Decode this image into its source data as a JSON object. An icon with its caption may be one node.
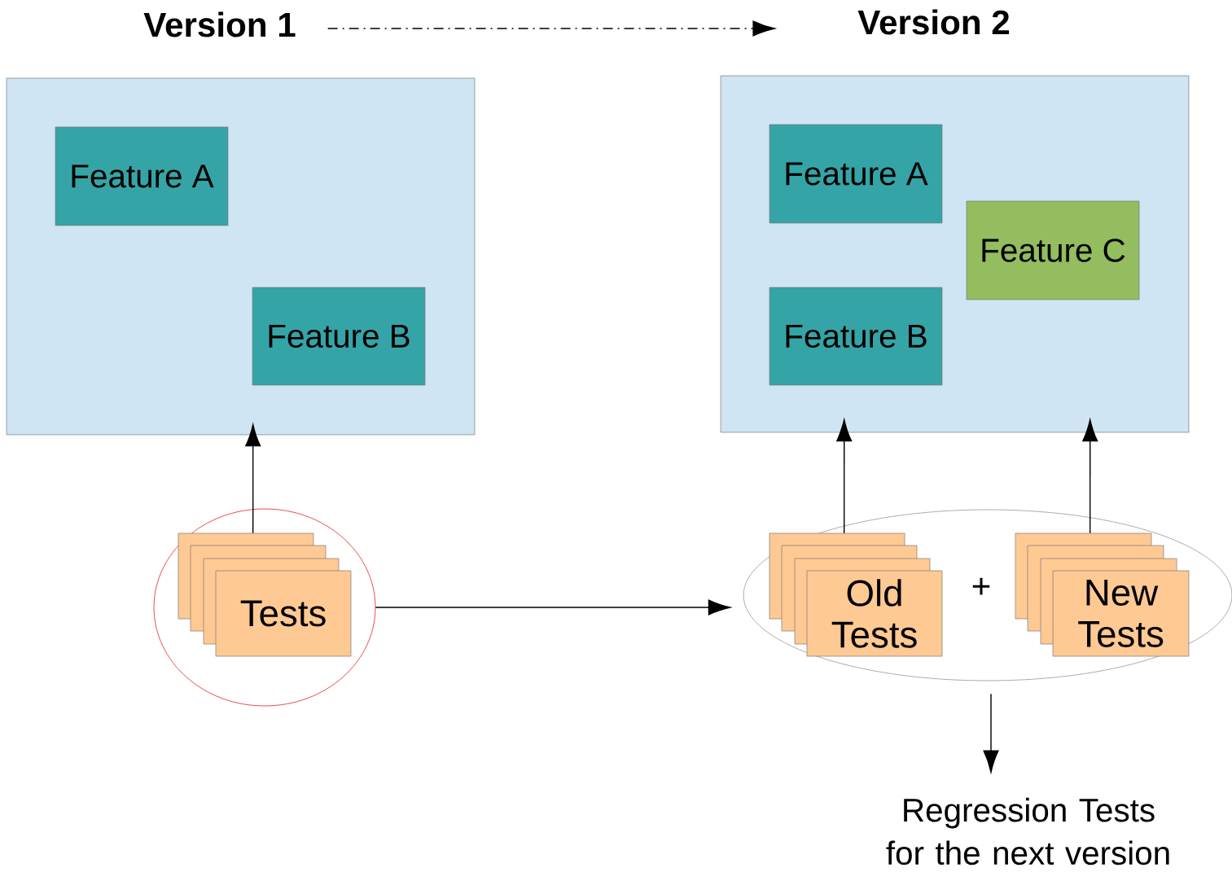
{
  "diagram": {
    "nodes": [
      {
        "text": [
          "Version 1"
        ]
      },
      {
        "text": [
          "Version 2"
        ]
      },
      {
        "text": [],
        "shape": "box"
      },
      {
        "text": [
          "Feature A"
        ],
        "in": 2
      },
      {
        "text": [
          "Feature B"
        ],
        "in": 2
      },
      {
        "text": [],
        "shape": "box"
      },
      {
        "text": [
          "Feature A"
        ],
        "in": 5
      },
      {
        "text": [
          "Feature C"
        ],
        "in": 5
      },
      {
        "text": [
          "Feature B"
        ],
        "in": 5
      },
      {
        "text": [],
        "shape": "circle"
      },
      {
        "text": [
          "Tests"
        ],
        "in": 9
      },
      {
        "text": [],
        "shape": "circle"
      },
      {
        "text": [
          "Old Tests"
        ],
        "in": 11
      },
      {
        "text": [
          "New Tests"
        ],
        "in": 11
      },
      {
        "text": [
          "Regression Tests for the next version"
        ]
      }
    ],
    "edges": [
      {
        "from": 0,
        "to": 1,
        "arrow": "to",
        "style": "dashed"
      },
      {
        "from": 10,
        "to": 2,
        "arrow": "to"
      },
      {
        "from": 9,
        "to": 11,
        "arrow": "to"
      },
      {
        "from": 12,
        "to": 5,
        "arrow": "to"
      },
      {
        "from": 13,
        "to": 5,
        "arrow": "to"
      },
      {
        "from": 11,
        "to": 14,
        "arrow": "to"
      }
    ],
    "labels": [
      "+"
    ]
  }
}
